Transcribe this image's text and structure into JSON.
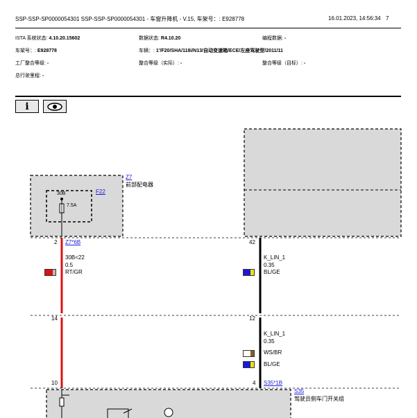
{
  "header": {
    "title": "SSP-SSP-SP0000054301 SSP-SSP-SP0000054301 - 车窗升降机 - V.15, 车架号：: E928778",
    "datetime": "16.01.2023, 14:56:34",
    "page": "7"
  },
  "info": {
    "ista_label": "ISTA 系统状态: ",
    "ista_value": "4.10.20.15602",
    "data_label": "数据状态: ",
    "data_value": "R4.10.20",
    "prog_label": "编程数据: ",
    "prog_value": "-",
    "vin_label": "车架号：: ",
    "vin_value": "E928778",
    "vehicle_label": "车辆：: ",
    "vehicle_value": "1'/F20/SHA/118i/N13/自动变速箱/ECE/左座驾驶型/2011/11",
    "factory_label": "工厂整合等级: ",
    "factory_value": "-",
    "actual_label": "整合等级（实际）: ",
    "actual_value": "-",
    "target_label": "整合等级（目标）: ",
    "target_value": "-",
    "mileage_label": "总行驶里程: ",
    "mileage_value": "-"
  },
  "toolbar": {
    "info_icon": "i",
    "view_icon": "eye-icon"
  },
  "diagram": {
    "z7_link": "Z7",
    "z7_name": "前部配电器",
    "f22_link": "F22",
    "fuse_terminal": "30B",
    "fuse_rating": "7.5A",
    "pin_2": "2",
    "connector_z7": "Z7*6B",
    "wire1_signal": "30B<22",
    "wire1_gauge": "0.5",
    "wire1_color": "RT/GR",
    "pin_42": "42",
    "wire2_signal": "K_LIN_1",
    "wire2_gauge": "0.35",
    "wire2_color": "BL/GE",
    "pin_14": "14",
    "pin_12": "12",
    "wire3_signal": "K_LIN_1",
    "wire3_gauge": "0.35",
    "wire3_color_a": "WS/BR",
    "wire3_color_b": "BL/GE",
    "pin_10": "10",
    "pin_4": "4",
    "connector_s35": "S35*1B",
    "s35_link": "S35",
    "s35_name": "驾驶员侧车门开关组",
    "colors": {
      "red": "#dd1111",
      "blue": "#1a1adb",
      "yellow": "#f2e200",
      "brown": "#8a5a2b",
      "grey_box": "#d9d9d9"
    }
  }
}
